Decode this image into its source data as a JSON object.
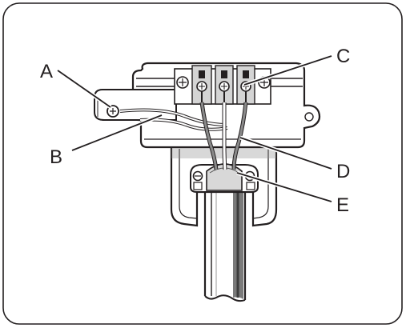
{
  "figure": {
    "frame_color": "#231f20",
    "callouts": [
      {
        "id": "A",
        "label": "A"
      },
      {
        "id": "B",
        "label": "B"
      },
      {
        "id": "C",
        "label": "C"
      },
      {
        "id": "D",
        "label": "D"
      },
      {
        "id": "E",
        "label": "E"
      }
    ]
  }
}
